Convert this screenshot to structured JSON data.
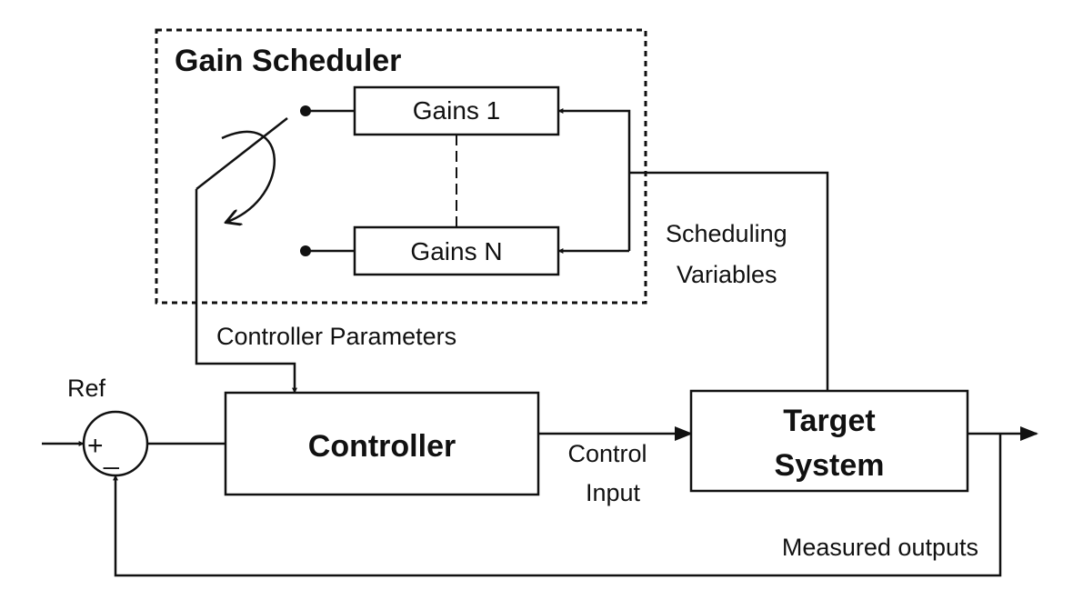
{
  "diagram": {
    "scheduler_title": "Gain Scheduler",
    "gains_first": "Gains 1",
    "gains_last": "Gains N",
    "scheduling_line1": "Scheduling",
    "scheduling_line2": "Variables",
    "controller_parameters": "Controller Parameters",
    "ref": "Ref",
    "sum_plus": "+",
    "sum_minus": "_",
    "controller": "Controller",
    "control_input_line1": "Control",
    "control_input_line2": "Input",
    "target_line1": "Target",
    "target_line2": "System",
    "measured_outputs": "Measured outputs"
  },
  "colors": {
    "stroke": "#111111",
    "background": "#ffffff"
  }
}
